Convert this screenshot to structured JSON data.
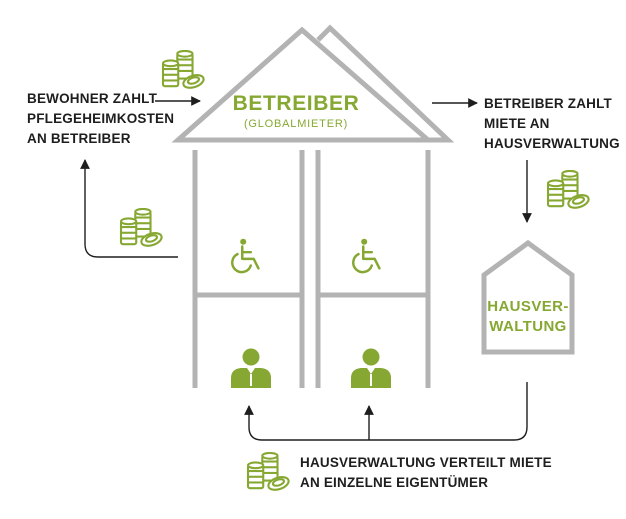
{
  "labels": {
    "resident_line1": "BEWOHNER ZAHLT",
    "resident_line2": "PFLEGEHEIMKOSTEN",
    "resident_line3": "AN BETREIBER",
    "operator_title": "BETREIBER",
    "operator_subtitle": "(GLOBALMIETER)",
    "pays_line1": "BETREIBER ZAHLT",
    "pays_line2": "MIETE AN",
    "pays_line3": "HAUSVERWALTUNG",
    "mgmt_line1": "HAUSVER-",
    "mgmt_line2": "WALTUNG",
    "distrib_line1": "HAUSVERWALTUNG VERTEILT MIETE",
    "distrib_line2": "AN EINZELNE EIGENTÜMER"
  },
  "colors": {
    "accent_green": "#86a832",
    "outline_gray": "#b3b3b3",
    "text_dark": "#1e1e1e",
    "arrow": "#1e1e1e"
  },
  "icons": {
    "coins": "coin-stack-icon",
    "wheelchair": "wheelchair-icon",
    "owner": "owner-person-icon"
  }
}
